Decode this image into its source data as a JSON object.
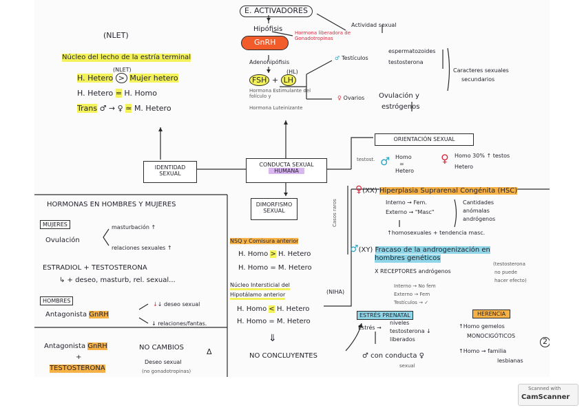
{
  "activadores": {
    "title": "E. ACTIVADORES",
    "hipofisis": "Hipófisis",
    "gnrh": "GnRH",
    "gnrh_note": "Hormona liberadora de Gonadotropinas",
    "adeno": "Adenohipófisis",
    "fsh": "FSH",
    "lh": "LH",
    "lh_abbr": "(HL)",
    "fsh_note": "Hormona Estimulante del folículo y",
    "lh_note": "Hormona Luteinizante",
    "actividad": "Actividad sexual",
    "testiculos": "Testículos",
    "esperm": "espermatozoides",
    "testost": "testosterona",
    "ovarios": "Ovarios",
    "ovulacion": "Ovulación y",
    "estrogenos": "estrógenos",
    "caracteres": "Caracteres sexuales",
    "secundarios": "secundarios"
  },
  "nlet": {
    "title": "(NLET)",
    "nucleo": "Núcleo del lecho de la estría terminal",
    "small": "(NLET)",
    "l1a": "H. Hetero",
    "l1b": ">",
    "l1c": "Mujer hetero",
    "l2a": "H. Hetero",
    "l2b": "=",
    "l2c": "H. Homo",
    "l3a": "Trans",
    "l3b": "♂ → ♀",
    "l3c": "≃",
    "l3d": "M. Hetero"
  },
  "central": {
    "identidad1": "IDENTIDAD",
    "identidad2": "SEXUAL",
    "conducta1": "CONDUCTA SEXUAL",
    "conducta2": "HUMANA",
    "dimorfismo1": "DIMORFISMO",
    "dimorfismo2": "SEXUAL"
  },
  "orientacion": {
    "title": "ORIENTACIÓN SEXUAL",
    "testost": "testost.",
    "homo": "Homo",
    "eq": "=",
    "hetero": "Hetero",
    "fem_line1": "Homo 30% ↑ testos",
    "fem_line2": "Hetero"
  },
  "hormonas": {
    "title": "HORMONAS EN HOMBRES Y MUJERES",
    "mujeres": "MUJERES",
    "ovulacion": "Ovulación",
    "mastur": "masturbación ↑",
    "relaciones": "relaciones sexuales ↑",
    "estradiol": "ESTRADIOL + TESTOSTERONA",
    "estradiol2": "↳ + deseo, masturb, rel. sexual...",
    "hombres": "HOMBRES",
    "antag": "Antagonista",
    "gnrh": "GnRH",
    "deseo": "↓ deseo sexual",
    "rel2": "↓ relaciones/fantas.",
    "antag2": "Antagonista",
    "gnrh2": "GnRH",
    "plus": "+",
    "testo": "TESTOSTERONA",
    "nocambios": "NO CAMBIOS",
    "delta": "Δ",
    "deseo2": "Deseo sexual",
    "nogonad": "(no gonadotropinas)"
  },
  "dimorfismo": {
    "nsq": "NSQ y Comisura anterior",
    "d1a": "H. Homo",
    "d1b": ">",
    "d1c": "H. Hetero",
    "d2": "H. Homo = M. Hetero",
    "nucleo": "Núcleo Intersticial del",
    "hipo": "Hipotálamo anterior",
    "niha": "(NIHA)",
    "d3a": "H. Homo",
    "d3b": "<",
    "d3c": "H. Hetero",
    "d4": "H. Homo = M. Hetero",
    "arrow": "⇓",
    "nocon": "NO CONCLUYENTES"
  },
  "casos": {
    "label": "Casos raros",
    "xx": "(XX)",
    "hsc": "Hiperplasia Suprarenal Congénita (HSC)",
    "interno": "Interno → Fem.",
    "externo": "Externo → \"Masc\"",
    "cant1": "Cantidades",
    "cant2": "anómalas",
    "cant3": "andrógenos",
    "homosex": "↑homosexuales + tendencia masc.",
    "xy": "(XY)",
    "fracaso1": "Fracaso de la androgenización en",
    "fracaso2": "hombres genéticos",
    "receptores": "X RECEPTORES andrógenos",
    "testoster1": "(testosterona",
    "testoster2": "no puede",
    "testoster3": "hacer efecto)",
    "int2": "Interno → No fem",
    "ext2": "Externo → Fem",
    "test2": "Testículos → ✓"
  },
  "estres": {
    "title": "ESTRÉS PRENATAL",
    "estres": "Estrés →",
    "niveles1": "niveles",
    "niveles2": "testosterona ↓",
    "niveles3": "liberados",
    "conducta1": "♂ con conducta ♀",
    "conducta2": "sexual"
  },
  "herencia": {
    "title": "HERENCIA",
    "h1": "↑Homo gemelos",
    "h2": "MONOCIGÓTICOS",
    "h3": "↑Homo → familia",
    "h4": "lesbianas"
  },
  "page_num": "2",
  "footer": {
    "scanned": "Scanned with",
    "brand": "CamScanner"
  }
}
